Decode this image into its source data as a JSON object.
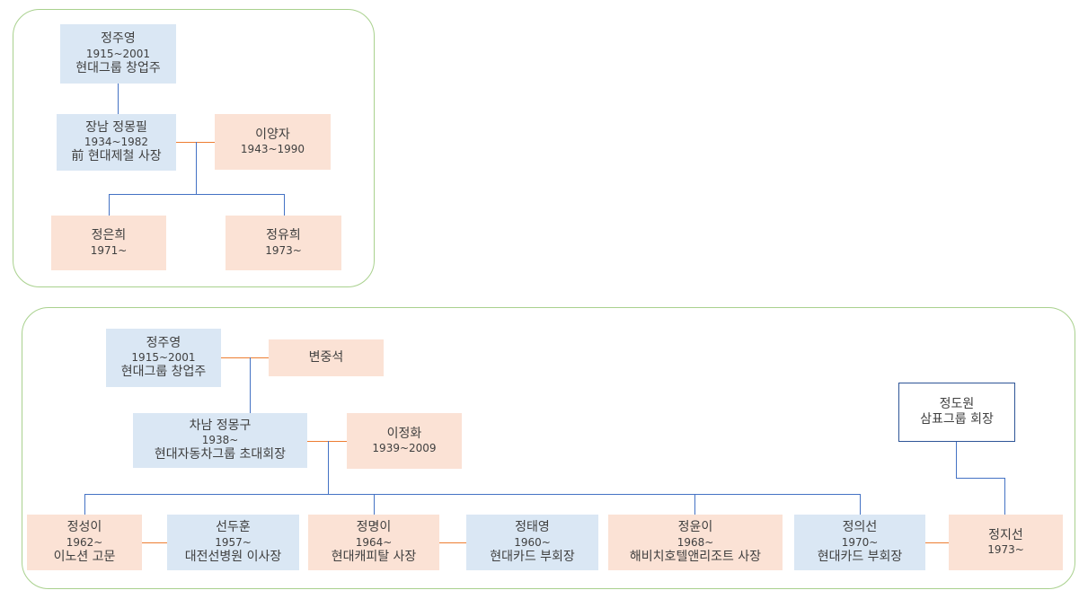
{
  "panel1": {
    "founder": {
      "name": "정주영",
      "years": "1915~2001",
      "title": "현대그룹 창업주"
    },
    "son": {
      "name": "장남 정몽필",
      "years": "1934~1982",
      "title": "前 현대제철 사장"
    },
    "spouse": {
      "name": "이양자",
      "years": "1943~1990"
    },
    "children": [
      {
        "name": "정은희",
        "years": "1971~"
      },
      {
        "name": "정유희",
        "years": "1973~"
      }
    ]
  },
  "panel2": {
    "founder": {
      "name": "정주영",
      "years": "1915~2001",
      "title": "현대그룹 창업주"
    },
    "founder_spouse": {
      "name": "변중석"
    },
    "son": {
      "name": "차남 정몽구",
      "years": "1938~",
      "title": "현대자동차그룹 초대회장"
    },
    "son_spouse": {
      "name": "이정화",
      "years": "1939~2009"
    },
    "in_law": {
      "name": "정도원",
      "title": "삼표그룹 회장"
    },
    "children": [
      {
        "name": "정성이",
        "years": "1962~",
        "title": "이노션 고문"
      },
      {
        "name": "선두훈",
        "years": "1957~",
        "title": "대전선병원 이사장"
      },
      {
        "name": "정명이",
        "years": "1964~",
        "title": "현대캐피탈 사장"
      },
      {
        "name": "정태영",
        "years": "1960~",
        "title": "현대카드 부회장"
      },
      {
        "name": "정윤이",
        "years": "1968~",
        "title": "해비치호텔앤리조트 사장"
      },
      {
        "name": "정의선",
        "years": "1970~",
        "title": "현대카드 부회장"
      },
      {
        "name": "정지선",
        "years": "1973~"
      }
    ]
  },
  "colors": {
    "blood": "#dae7f4",
    "spouse": "#fbe2d5",
    "panel_border": "#a9d18e",
    "blood_line": "#4472c4",
    "marriage_line": "#ed7d31"
  }
}
